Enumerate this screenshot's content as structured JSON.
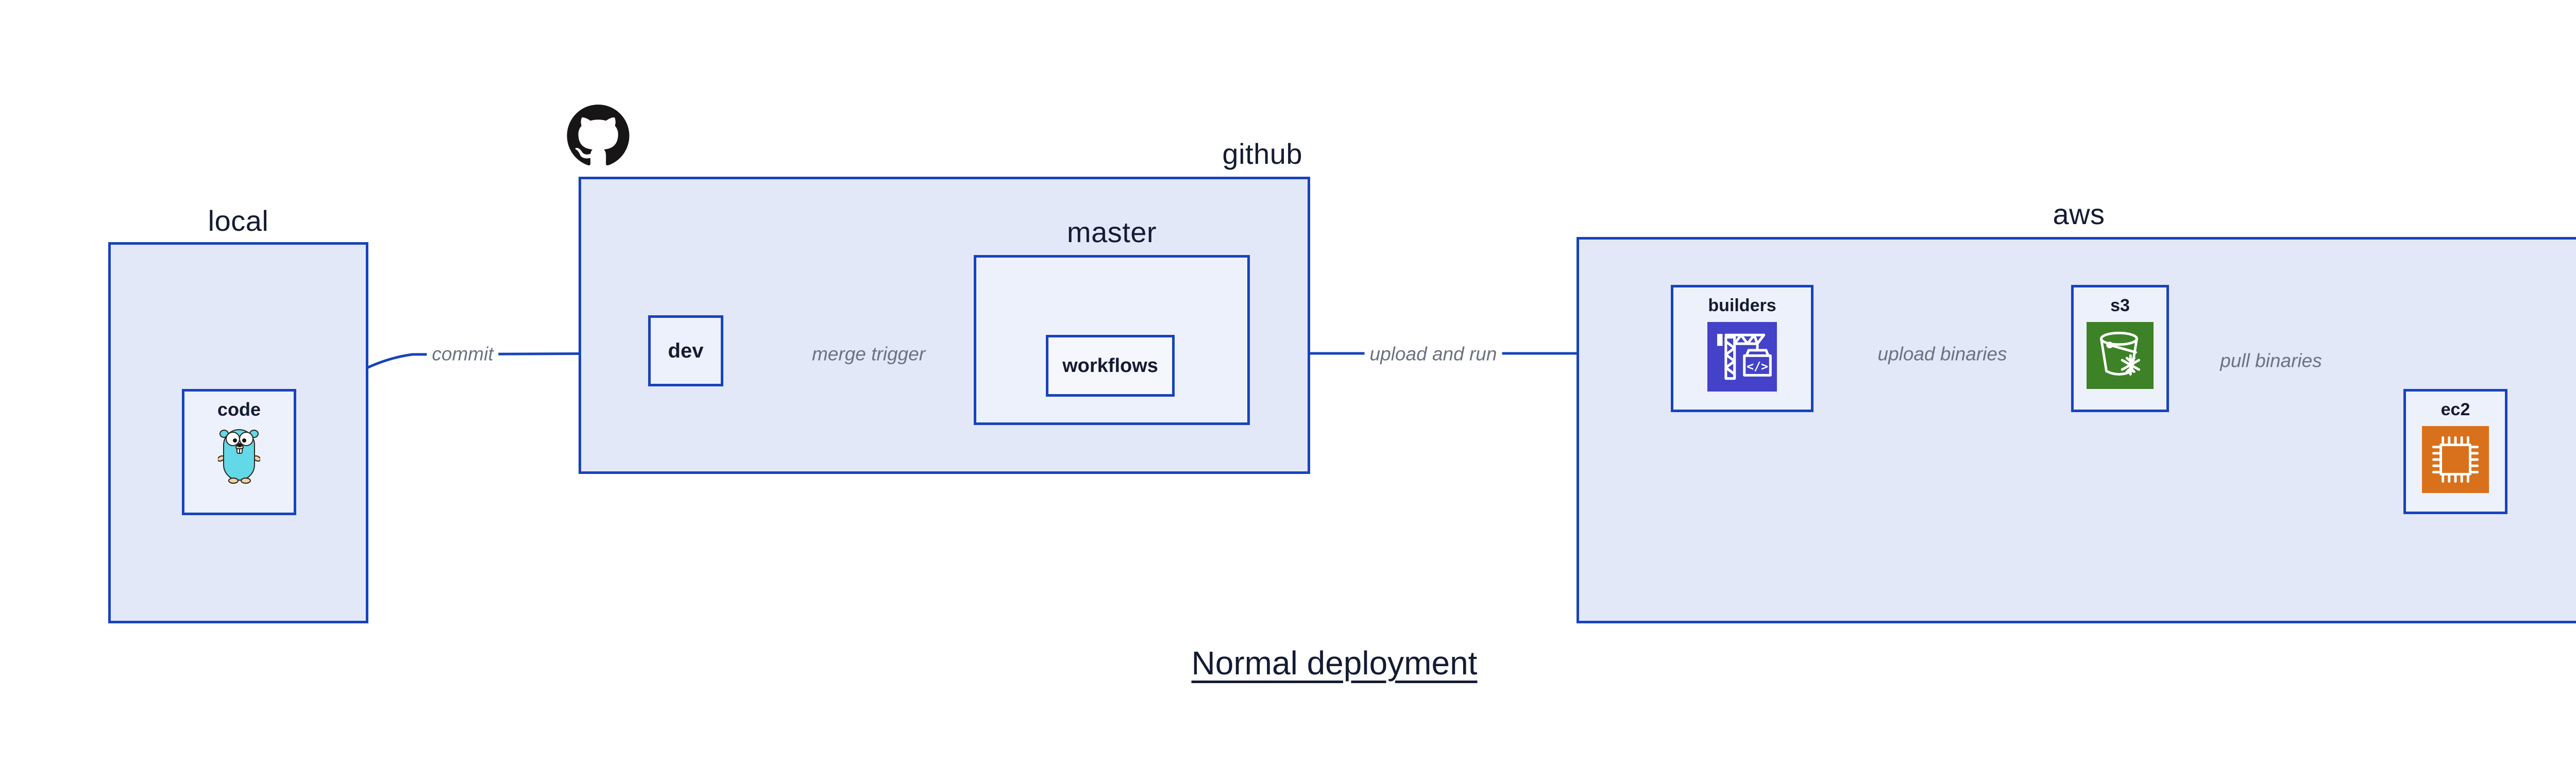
{
  "title": {
    "text": "Normal deployment"
  },
  "groups": {
    "local": {
      "label": "local"
    },
    "github": {
      "label": "github"
    },
    "master": {
      "label": "master"
    },
    "aws": {
      "label": "aws"
    }
  },
  "nodes": {
    "code": {
      "label": "code",
      "icon": "gopher-icon"
    },
    "dev": {
      "label": "dev"
    },
    "workflows": {
      "label": "workflows"
    },
    "builders": {
      "label": "builders",
      "icon": "codebuild-crane-icon"
    },
    "s3": {
      "label": "s3",
      "icon": "s3-glacier-bucket-icon"
    },
    "ec2": {
      "label": "ec2",
      "icon": "ec2-chip-icon"
    }
  },
  "edges": {
    "commit": {
      "label": "commit"
    },
    "merge_trigger": {
      "label": "merge trigger"
    },
    "upload_and_run": {
      "label": "upload and run"
    },
    "upload_binaries": {
      "label": "upload binaries"
    },
    "pull_binaries": {
      "label": "pull binaries"
    }
  },
  "icons": {
    "github_logo": "github-logo-icon",
    "codebuild_box_glyph": "</>"
  },
  "colors": {
    "accent": "#1843BC",
    "ink": "#141B33",
    "muted": "#6B7280",
    "fill1": "#E2E8F8",
    "fill2": "#EDF1FB",
    "fill3": "#F5F7FD",
    "github_black": "#171515",
    "gopher_teal": "#63D8E6",
    "gopher_tan": "#F6D2A2",
    "codebuild_indigo": "#4342C8",
    "s3_green": "#3D8226",
    "ec2_orange": "#D9711C",
    "canvas_bg": "#FFFFFF"
  }
}
